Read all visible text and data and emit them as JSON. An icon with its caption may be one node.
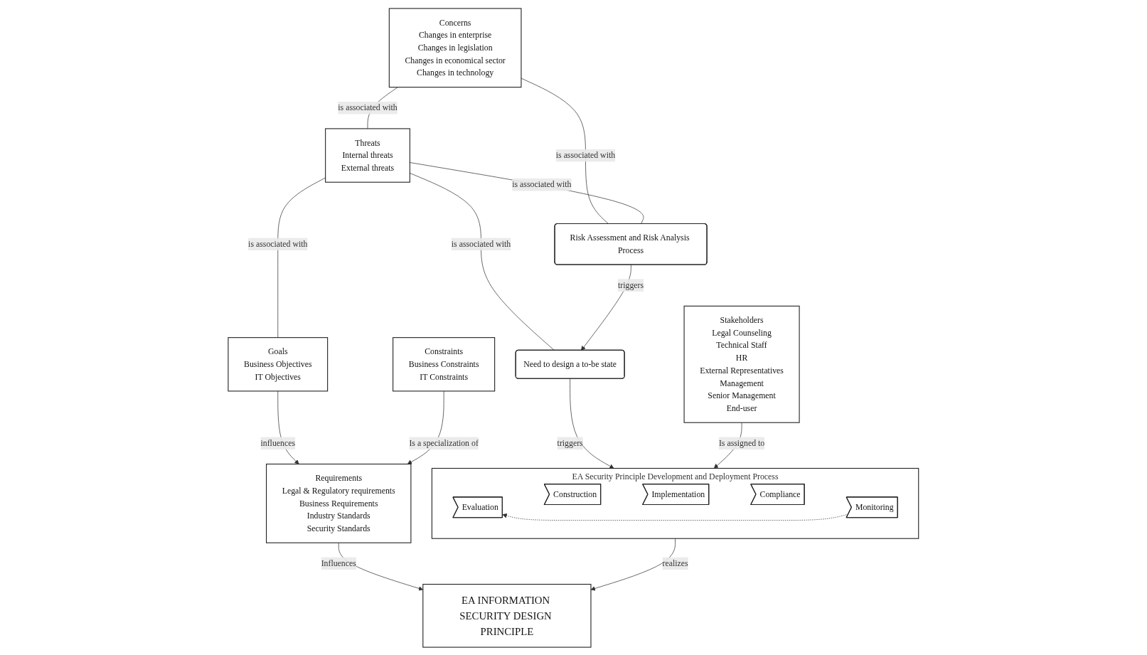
{
  "diagram": {
    "nodes": [
      {
        "text": [
          "Concerns",
          "Changes in enterprise",
          "Changes in legislation",
          "Changes in economical sector",
          "Changes in technology"
        ]
      },
      {
        "text": [
          "Threats",
          "Internal threats",
          "External threats"
        ]
      },
      {
        "text": [
          "Goals",
          "Business Objectives",
          "IT Objectives"
        ]
      },
      {
        "text": [
          "Constraints",
          "Business Constraints",
          "IT Constraints"
        ]
      },
      {
        "text": [
          "Requirements",
          "Legal & Regulatory requirements",
          "Business Requirements",
          "Industry Standards",
          "Security Standards"
        ]
      },
      {
        "text": [
          "EA INFORMATION SECURITY DESIGN PRINCIPLE"
        ]
      },
      {
        "text": [
          "Risk Assessment and Risk Analysis Process"
        ]
      },
      {
        "text": [
          "Need to design a to-be state"
        ]
      },
      {
        "text": [
          "EA Security Principle Development and Deployment Process"
        ]
      },
      {
        "text": [
          "Evaluation"
        ],
        "in": 8
      },
      {
        "text": [
          "Construction"
        ],
        "in": 8
      },
      {
        "text": [
          "Implementation"
        ],
        "in": 8
      },
      {
        "text": [
          "Compliance"
        ],
        "in": 8
      },
      {
        "text": [
          "Monitoring"
        ],
        "in": 8
      },
      {
        "text": [
          "Stakeholders",
          "Legal Counseling",
          "Technical Staff",
          "HR",
          "External Representatives",
          "Management",
          "Senior Management",
          "End-user"
        ]
      }
    ],
    "edges": [
      {
        "from": 0,
        "to": 1,
        "arrow": "none",
        "label": "is associated with"
      },
      {
        "from": 1,
        "to": 2,
        "arrow": "none",
        "label": "is associated with"
      },
      {
        "from": 2,
        "to": 4,
        "arrow": "to",
        "label": "influences"
      },
      {
        "from": 3,
        "to": 4,
        "arrow": "to",
        "label": "Is a specialization of"
      },
      {
        "from": 4,
        "to": 5,
        "arrow": "to",
        "label": "Influences"
      },
      {
        "from": 0,
        "to": 6,
        "arrow": "none",
        "label": "is associated with"
      },
      {
        "from": 1,
        "to": 6,
        "arrow": "none",
        "label": "is associated with"
      },
      {
        "from": 1,
        "to": 7,
        "arrow": "none",
        "label": "is associated with"
      },
      {
        "from": 6,
        "to": 7,
        "arrow": "to",
        "label": "triggers"
      },
      {
        "from": 7,
        "to": 8,
        "arrow": "to",
        "label": "triggers"
      },
      {
        "from": 8,
        "to": 5,
        "arrow": "to",
        "label": "realizes"
      },
      {
        "from": 14,
        "to": 8,
        "arrow": "to",
        "label": "Is assigned to"
      },
      {
        "from": 13,
        "to": 9,
        "arrow": "to",
        "style": "dashed"
      }
    ]
  }
}
